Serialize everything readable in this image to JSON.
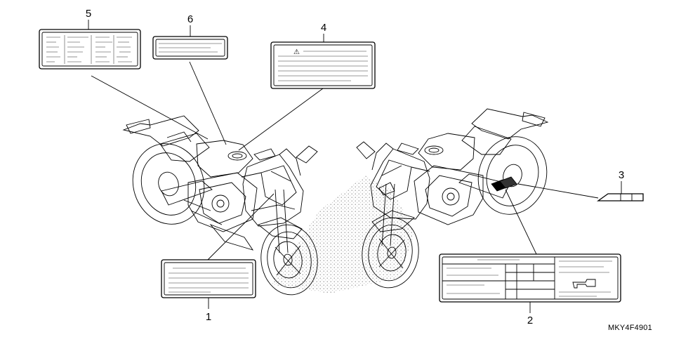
{
  "callouts": [
    {
      "number": "1"
    },
    {
      "number": "2"
    },
    {
      "number": "3"
    },
    {
      "number": "4"
    },
    {
      "number": "5"
    },
    {
      "number": "6"
    }
  ],
  "diagram_code": "MKY4F4901",
  "label4_symbol": "⚠"
}
